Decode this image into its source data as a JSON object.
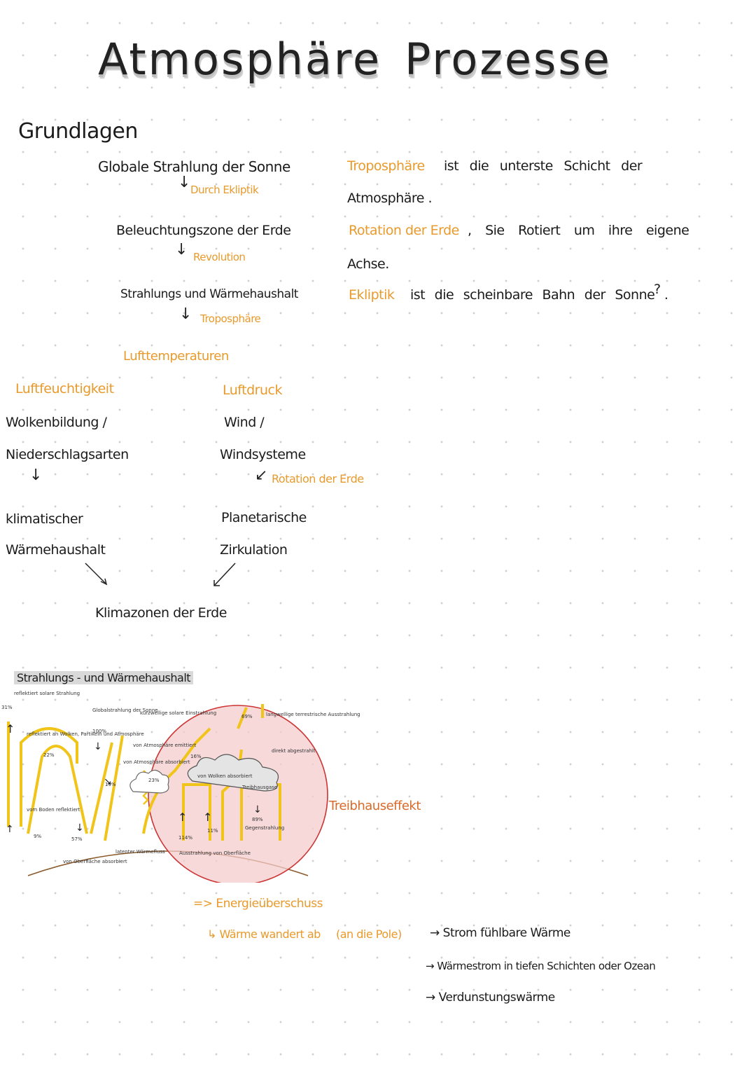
{
  "title": {
    "part1": "Atmosphäre",
    "part2": "Prozesse"
  },
  "heading": "Grundlagen",
  "flow": {
    "step1": "Globale Strahlung der Sonne",
    "step1_note": "Durch Ekliptik",
    "step2": "Beleuchtungszone der Erde",
    "step2_note": "Revolution",
    "step3": "Strahlungs und Wärmehaushalt",
    "step3_note": "Troposphäre",
    "step4": "Lufttemperaturen",
    "left_head": "Luftfeuchtigkeit",
    "left_1": "Wolkenbildung /",
    "left_2": "Niederschlagsarten",
    "left_3": "klimatischer",
    "left_4": "Wärmehaushalt",
    "right_head": "Luftdruck",
    "right_1": "Wind /",
    "right_2": "Windsysteme",
    "right_note": "Rotation der Erde",
    "right_3": "Planetarische",
    "right_4": "Zirkulation",
    "result": "Klimazonen der Erde"
  },
  "definitions": {
    "d1_term": "Troposphäre",
    "d1_text": "ist die unterste Schicht der",
    "d1_text2": "Atmosphäre .",
    "d2_term": "Rotation der Erde",
    "d2_text": ", Sie Rotiert um ihre eigene",
    "d2_text2": "Achse.",
    "d3_term": "Ekliptik",
    "d3_text": "ist die scheinbare Bahn der Sonne .",
    "d3_q": "?"
  },
  "diagram": {
    "heading": "Strahlungs - und Wärmehaushalt",
    "lbl_reflected_space": "reflektiert solare Strahlung",
    "lbl_31": "31%",
    "lbl_global": "Globalstrahlung der Sonne",
    "lbl_100": "100%",
    "lbl_clouds_reflect": "reflektiert an Wolken, Partikeln und Atmosphäre",
    "lbl_22": "22%",
    "lbl_shortwave": "kurzwellige solare Einstrahlung",
    "lbl_atm_emit": "von Atmosphäre emittiert",
    "lbl_atm_absorb": "von Atmosphäre absorbiert",
    "lbl_23": "23%",
    "lbl_19": "19%",
    "lbl_ground_reflect": "vom Boden reflektiert",
    "lbl_9": "9%",
    "lbl_57": "57%",
    "lbl_surface_absorb": "von Oberfläche absorbiert",
    "lbl_latent": "latenter Wärmefluss",
    "lbl_longwave": "langwellige terrestrische Ausstrahlung",
    "lbl_69": "69%",
    "lbl_direct": "direkt abgestrahlt",
    "lbl_cloud_abs": "von Wolken absorbiert",
    "lbl_greenhouse_gas": "Treibhausgase",
    "lbl_89": "89%",
    "lbl_counter": "Gegenstrahlung",
    "lbl_114": "114%",
    "lbl_11": "11%",
    "lbl_emission": "Ausstrahlung von Oberfläche",
    "lbl_16": "16%",
    "greenhouse": "Treibhauseffekt"
  },
  "bottom": {
    "surplus": "=> Energieüberschuss",
    "heat": "↳ Wärme wandert ab",
    "poles": "(an die Pole)",
    "b1": "→ Strom fühlbare Wärme",
    "b2": "→ Wärmestrom in tiefen Schichten oder Ozean",
    "b3": "→ Verdunstungswärme"
  }
}
